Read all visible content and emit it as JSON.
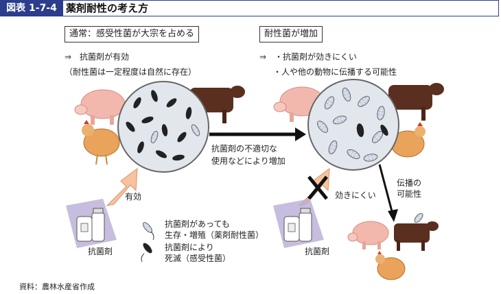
{
  "header": {
    "tag": "図表 1-7-4",
    "title": "薬剤耐性の考え方"
  },
  "left": {
    "label": "通常：感受性菌が大宗を占める",
    "line1": "⇒　抗菌剤が有効",
    "line2": "（耐性菌は一定程度は自然に存在）",
    "effective": "有効",
    "drug": "抗菌剤"
  },
  "right": {
    "label": "耐性菌が増加",
    "line1": "⇒　・抗菌剤が効きにくい",
    "line2": "・人や他の動物に伝播する可能性",
    "hard": "効きにくい",
    "spread1": "伝播の",
    "spread2": "可能性",
    "drug": "抗菌剤"
  },
  "middle": {
    "line1": "抗菌剤の不適切な",
    "line2": "使用などにより増加"
  },
  "legend": {
    "resistant1": "抗菌剤があっても",
    "resistant2": "生存・増殖（薬剤耐性菌）",
    "sensitive1": "抗菌剤により",
    "sensitive2": "死滅（感受性菌）"
  },
  "source": "資料：農林水産省作成"
}
